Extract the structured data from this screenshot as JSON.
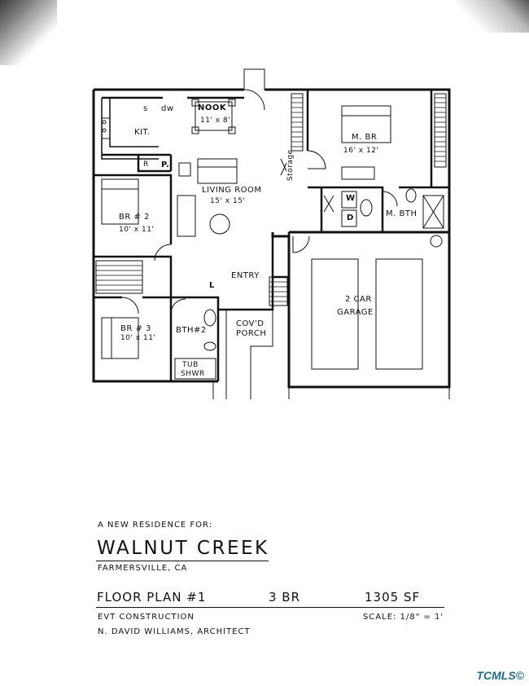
{
  "plan": {
    "rooms": {
      "nook": "NOOK",
      "nook_dim": "11' x 8'",
      "kitchen": "KIT.",
      "kitchen_s": "s",
      "kitchen_dw": "dw",
      "kitchen_r": "R",
      "pantry": "P.",
      "master_br": "M. BR",
      "master_br_dim": "16' x 12'",
      "storage": "Storage",
      "living_room": "LIVING ROOM",
      "living_room_dim": "15' x 15'",
      "br2": "BR # 2",
      "br2_dim": "10' x 11'",
      "washer": "W",
      "dryer": "D",
      "master_bath": "M. BTH",
      "entry": "ENTRY",
      "linen": "L",
      "garage": "2 CAR\nGARAGE",
      "garage_line1": "2 CAR",
      "garage_line2": "GARAGE",
      "br3": "BR # 3",
      "br3_dim": "10' x 11'",
      "bath2": "BTH#2",
      "porch_line1": "COV'D",
      "porch_line2": "PORCH",
      "tub_line1": "TUB",
      "tub_line2": "SHWR"
    }
  },
  "title_block": {
    "residence_for": "A NEW RESIDENCE FOR:",
    "project_name": "WALNUT   CREEK",
    "location": "FARMERSVILLE, CA",
    "plan_name": "FLOOR  PLAN  #1",
    "bedrooms": "3  BR",
    "area": "1305  SF",
    "builder": "EVT   CONSTRUCTION",
    "architect": "N. DAVID WILLIAMS, ARCHITECT",
    "scale": "SCALE:  1/8\" = 1'"
  },
  "watermark": "TCMLS©"
}
